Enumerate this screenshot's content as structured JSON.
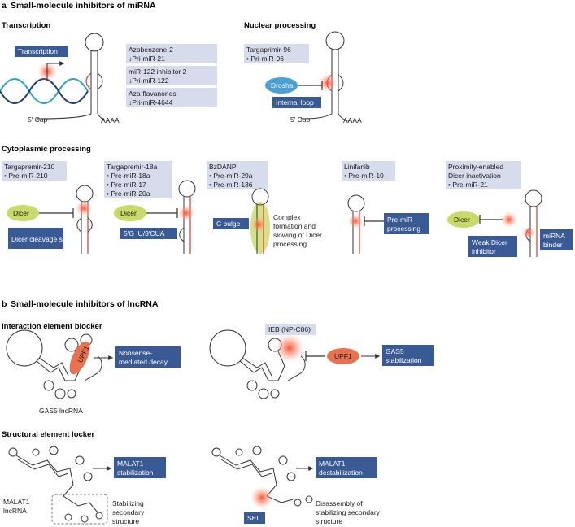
{
  "panel_a": {
    "letter": "a",
    "title": "Small-molecule inhibitors of miRNA",
    "transcription": {
      "heading": "Transcription",
      "label": "Transcription",
      "cap": "5′ Cap",
      "tail": "AAAA",
      "boxes": [
        {
          "name": "Azobenzene-2",
          "target": "↓Pri-miR-21"
        },
        {
          "name": "miR-122 inhibitor 2",
          "target": "↓Pri-miR-122"
        },
        {
          "name": "Aza-flavanones",
          "target": "↓Pri-miR-4644"
        }
      ]
    },
    "nuclear": {
      "heading": "Nuclear processing",
      "box_name": "Targaprimir-96",
      "box_target": "• Pri-miR-96",
      "enzyme": "Drosha",
      "site": "Internal loop",
      "cap": "5′ Cap",
      "tail": "AAAA"
    },
    "cytoplasmic": {
      "heading": "Cytoplasmic processing",
      "items": [
        {
          "name": "Targapremir-210",
          "targets": [
            "• Pre-miR-210"
          ],
          "enzyme": "Dicer",
          "site": "Dicer cleavage site"
        },
        {
          "name": "Targapremir-18a",
          "targets": [
            "• Pre-miR-18a",
            "• Pre-miR-17",
            "• Pre-miR-20a"
          ],
          "enzyme": "Dicer",
          "site": "5′G_U/3′CUA"
        },
        {
          "name": "BzDANP",
          "targets": [
            "• Pre-miR-29a",
            "• Pre-miR-136"
          ],
          "site": "C bulge",
          "note": [
            "Complex",
            "formation and",
            "slowing of Dicer",
            "processing"
          ]
        },
        {
          "name": "Linifanib",
          "targets": [
            "• Pre-miR-10"
          ],
          "site": [
            "Pre-miR",
            "processing"
          ]
        },
        {
          "name": [
            "Proximity-enabled",
            "Dicer inactivation"
          ],
          "targets": [
            "• Pre-miR-21"
          ],
          "enzyme": "Dicer",
          "site": [
            "Weak Dicer",
            "inhibitor"
          ],
          "binder": [
            "miRNA",
            "binder"
          ]
        }
      ]
    }
  },
  "panel_b": {
    "letter": "b",
    "title": "Small-molecule inhibitors of lncRNA",
    "ieb": {
      "heading": "Interaction element blocker",
      "protein": "UPF1",
      "result1": [
        "Nonsense-",
        "mediated decay"
      ],
      "lncrna": "GAS5 lncRNA",
      "compound": "IEB (NP-C86)",
      "result2": [
        "GAS5",
        "stabilization"
      ]
    },
    "sel": {
      "heading": "Structural element locker",
      "result1": [
        "MALAT1",
        "stabilization"
      ],
      "lncrna": [
        "MALAT1",
        "lncRNA"
      ],
      "note1": [
        "Stabilizing",
        "secondary",
        "structure"
      ],
      "result2": [
        "MALAT1",
        "destabilization"
      ],
      "compound": "SEL",
      "note2": [
        "Disassembly of",
        "stabilizing secondary",
        "structure"
      ]
    }
  },
  "colors": {
    "dark_box": "#3a5a95",
    "light_box": "#d6dceb",
    "enzyme": "#c9d96a",
    "protein": "#e8714f",
    "drosha": "#4a9fd3",
    "strand1": "#2aa6b8",
    "strand2": "#1c3a7a",
    "glow": "#ff5a3c"
  }
}
